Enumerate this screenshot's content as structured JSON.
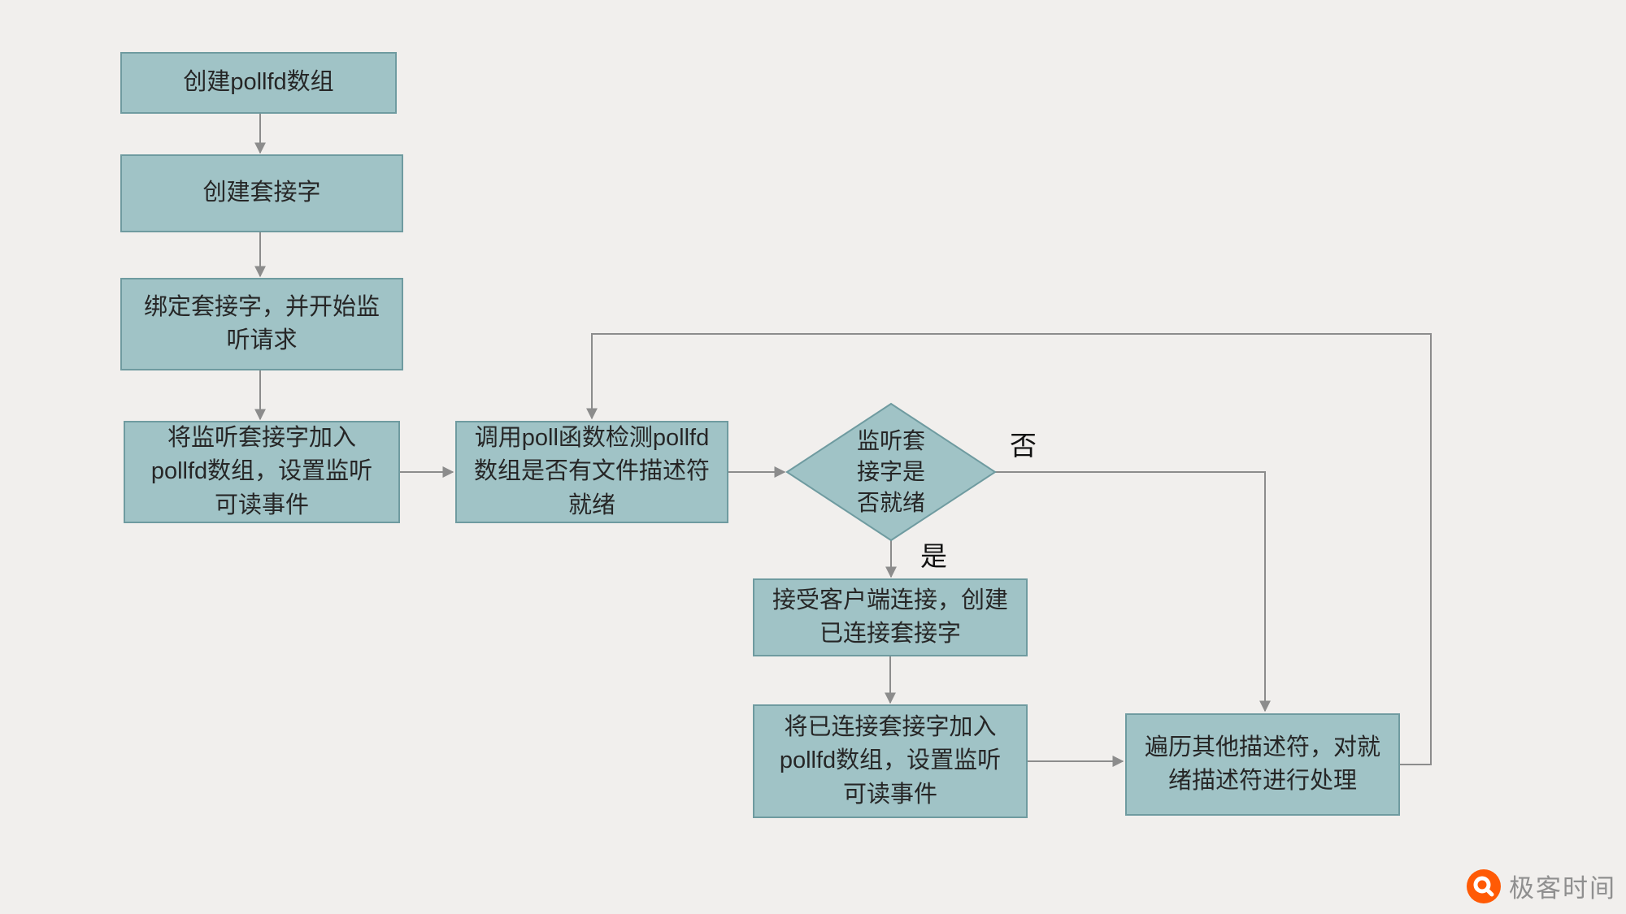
{
  "theme": {
    "bg": "#f1efed",
    "node_fill": "#a0c3c6",
    "node_border": "#6f9ba0",
    "line_color": "#8c8c8c",
    "text_color": "#262626",
    "label_color": "#111111",
    "brand_orange": "#ff5a05",
    "logo_text_color": "#8f8f8f"
  },
  "flow": {
    "nodes": {
      "create_pollfd": {
        "label": "创建pollfd数组",
        "type": "rect"
      },
      "create_socket": {
        "label": "创建套接字",
        "type": "rect"
      },
      "bind_listen": {
        "label": "绑定套接字，并开始监听请求",
        "type": "rect"
      },
      "add_listen_fd": {
        "label": "将监听套接字加入pollfd数组，设置监听可读事件",
        "type": "rect"
      },
      "call_poll": {
        "label": "调用poll函数检测pollfd数组是否有文件描述符就绪",
        "type": "rect"
      },
      "listen_ready": {
        "label": "监听套接字是否就绪",
        "type": "diamond"
      },
      "accept_conn": {
        "label": "接受客户端连接，创建已连接套接字",
        "type": "rect"
      },
      "add_conn_fd": {
        "label": "将已连接套接字加入pollfd数组，设置监听可读事件",
        "type": "rect"
      },
      "handle_ready": {
        "label": "遍历其他描述符，对就绪描述符进行处理",
        "type": "rect"
      }
    },
    "edge_labels": {
      "no": "否",
      "yes": "是"
    }
  },
  "logo": {
    "text": "极客时间"
  }
}
